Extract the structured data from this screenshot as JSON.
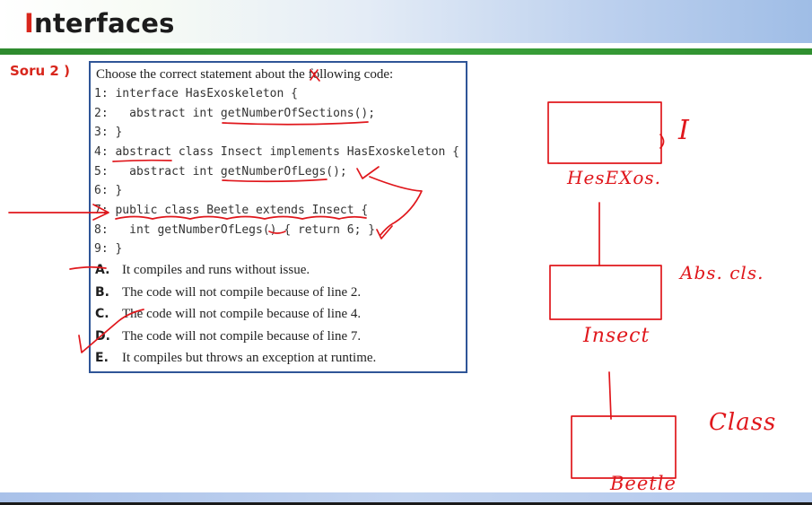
{
  "header": {
    "title_first_letter": "I",
    "title_rest": "nterfaces"
  },
  "question": {
    "label": "Soru 2 )",
    "prompt": "Choose the correct statement about the following code:",
    "code_lines": [
      "1: interface HasExoskeleton {",
      "2:   abstract int getNumberOfSections();",
      "3: }",
      "4: abstract class Insect implements HasExoskeleton {",
      "5:   abstract int getNumberOfLegs();",
      "6: }",
      "7: public class Beetle extends Insect {",
      "8:   int getNumberOfLegs() { return 6; }",
      "9: }"
    ],
    "options": [
      {
        "letter": "A.",
        "text": "It compiles and runs without issue."
      },
      {
        "letter": "B.",
        "text": "The code will not compile because of line 2."
      },
      {
        "letter": "C.",
        "text": "The code will not compile because of line 4."
      },
      {
        "letter": "D.",
        "text": "The code will not compile because of line 7."
      },
      {
        "letter": "E.",
        "text": "It compiles but throws an exception at runtime."
      }
    ]
  },
  "annotations": {
    "interface_box_label": "HesEXos.",
    "interface_marker": "I",
    "abstract_class_note": "Abs. cls.",
    "insect_label": "Insect",
    "class_note": "Class",
    "beetle_label": "Beetle"
  },
  "colors": {
    "accent_red": "#d8261c",
    "annotation_red": "#e0171c",
    "header_green": "#3ba33b",
    "box_border_blue": "#2f5597"
  }
}
